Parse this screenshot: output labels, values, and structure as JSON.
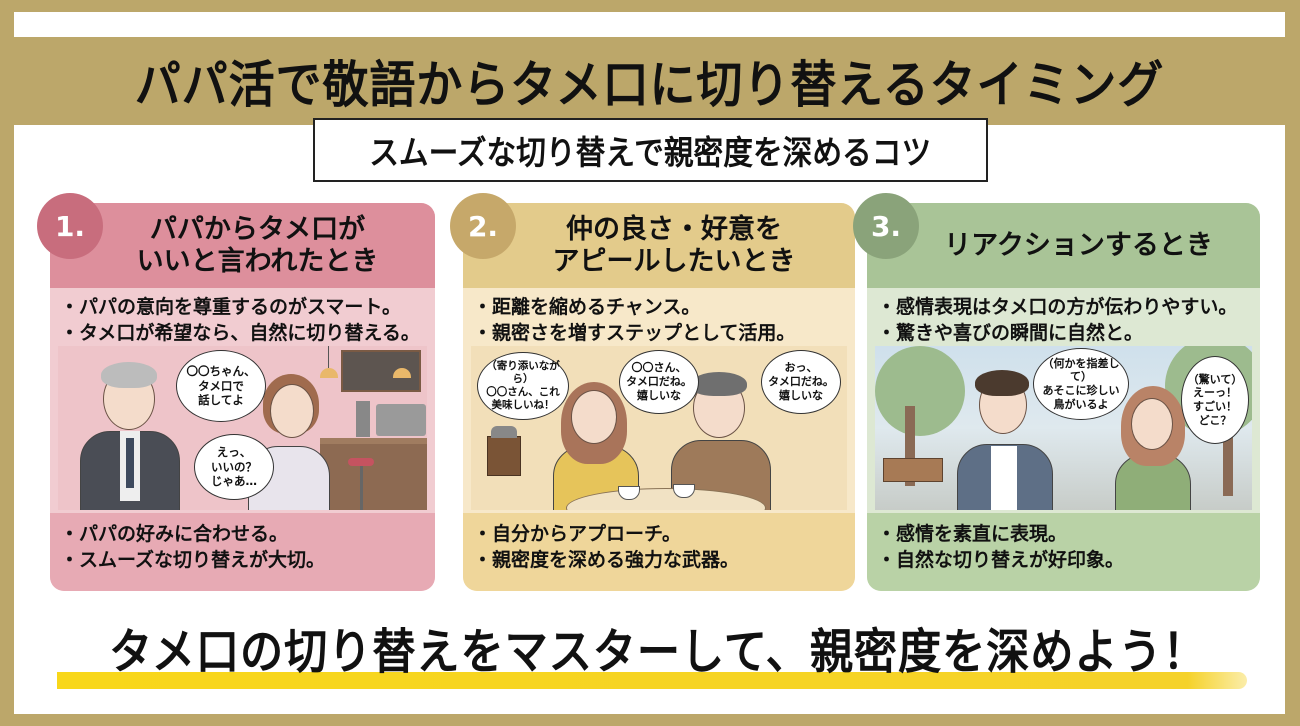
{
  "colors": {
    "frame_gold": "#bca76a",
    "card1_header": "#dd8f9c",
    "card1_body": "#f1ccd1",
    "card1_badge": "#c86d7d",
    "card2_header": "#e3cb8b",
    "card2_body": "#f7e8c9",
    "card2_badge": "#c6a86a",
    "card3_header": "#a9c497",
    "card3_body": "#dde8d3",
    "card3_badge": "#8aa37a",
    "footer_highlight": "#f8d71a"
  },
  "header": {
    "title": "パパ活で敬語からタメ口に切り替えるタイミング",
    "subtitle": "スムーズな切り替えで親密度を深めるコツ"
  },
  "cards": [
    {
      "number": "1.",
      "title": "パパからタメ口が\nいいと言われたとき",
      "top_bullets": [
        "・パパの意向を尊重するのがスマート。",
        "・タメ口が希望なら、自然に切り替える。"
      ],
      "illustration": {
        "scene": "cafe",
        "bubbles": [
          "〇〇ちゃん、\nタメ口で\n話してよ",
          "えっ、\nいいの？\nじゃあ…"
        ]
      },
      "bottom_bullets": [
        "・パパの好みに合わせる。",
        "・スムーズな切り替えが大切。"
      ]
    },
    {
      "number": "2.",
      "title": "仲の良さ・好意を\nアピールしたいとき",
      "top_bullets": [
        "・距離を縮めるチャンス。",
        "・親密さを増すステップとして活用。"
      ],
      "illustration": {
        "scene": "coffee-table",
        "bubbles": [
          "（寄り添いながら）\n〇〇さん、これ\n美味しいね！",
          "〇〇さん、\nタメ口だね。\n嬉しいな",
          "おっ、\nタメ口だね。\n嬉しいな"
        ]
      },
      "bottom_bullets": [
        "・自分からアプローチ。",
        "・親密度を深める強力な武器。"
      ]
    },
    {
      "number": "3.",
      "title": "リアクションするとき",
      "top_bullets": [
        "・感情表現はタメ口の方が伝わりやすい。",
        "・驚きや喜びの瞬間に自然と。"
      ],
      "illustration": {
        "scene": "park",
        "bubbles": [
          "（何かを指差して）\nあそこに珍しい\n鳥がいるよ",
          "（驚いて）\nえーっ！\nすごい！\nどこ？"
        ]
      },
      "bottom_bullets": [
        "・感情を素直に表現。",
        "・自然な切り替えが好印象。"
      ]
    }
  ],
  "footer": {
    "message": "タメ口の切り替えをマスターして、親密度を深めよう！"
  }
}
